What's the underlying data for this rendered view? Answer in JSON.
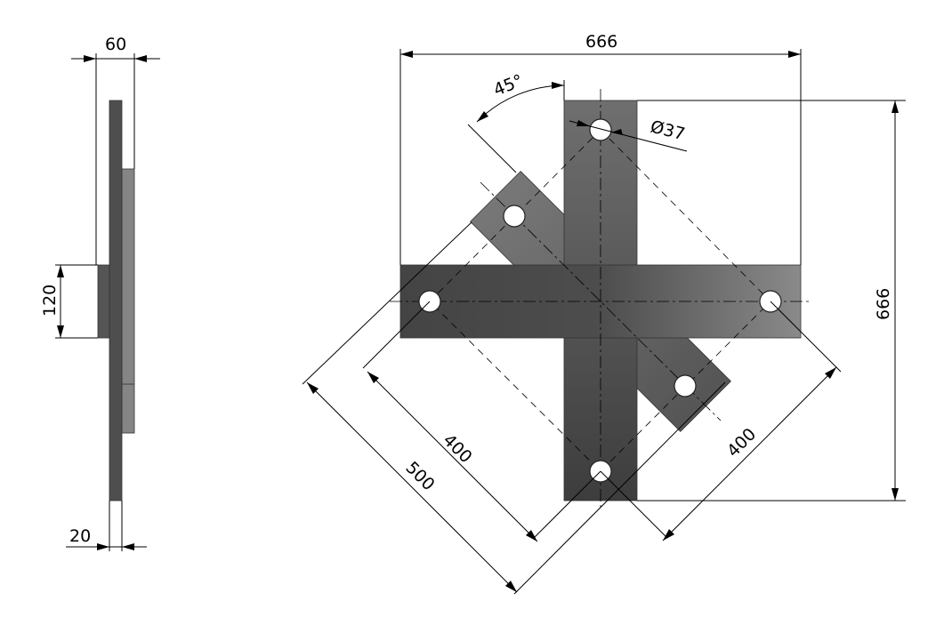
{
  "drawing": {
    "side_view": {
      "width_top": "60",
      "hub_height": "120",
      "plate_thickness": "20"
    },
    "front_view": {
      "overall_width": "666",
      "overall_height": "666",
      "angle": "45°",
      "hole_diameter": "Ø37",
      "hole_spacing_a": "400",
      "hole_spacing_b": "400",
      "diagonal_length": "500"
    },
    "colors": {
      "plate_dark": "#4a4a4a",
      "plate_mid": "#6e6e6e",
      "plate_light": "#8a8a8a"
    }
  }
}
